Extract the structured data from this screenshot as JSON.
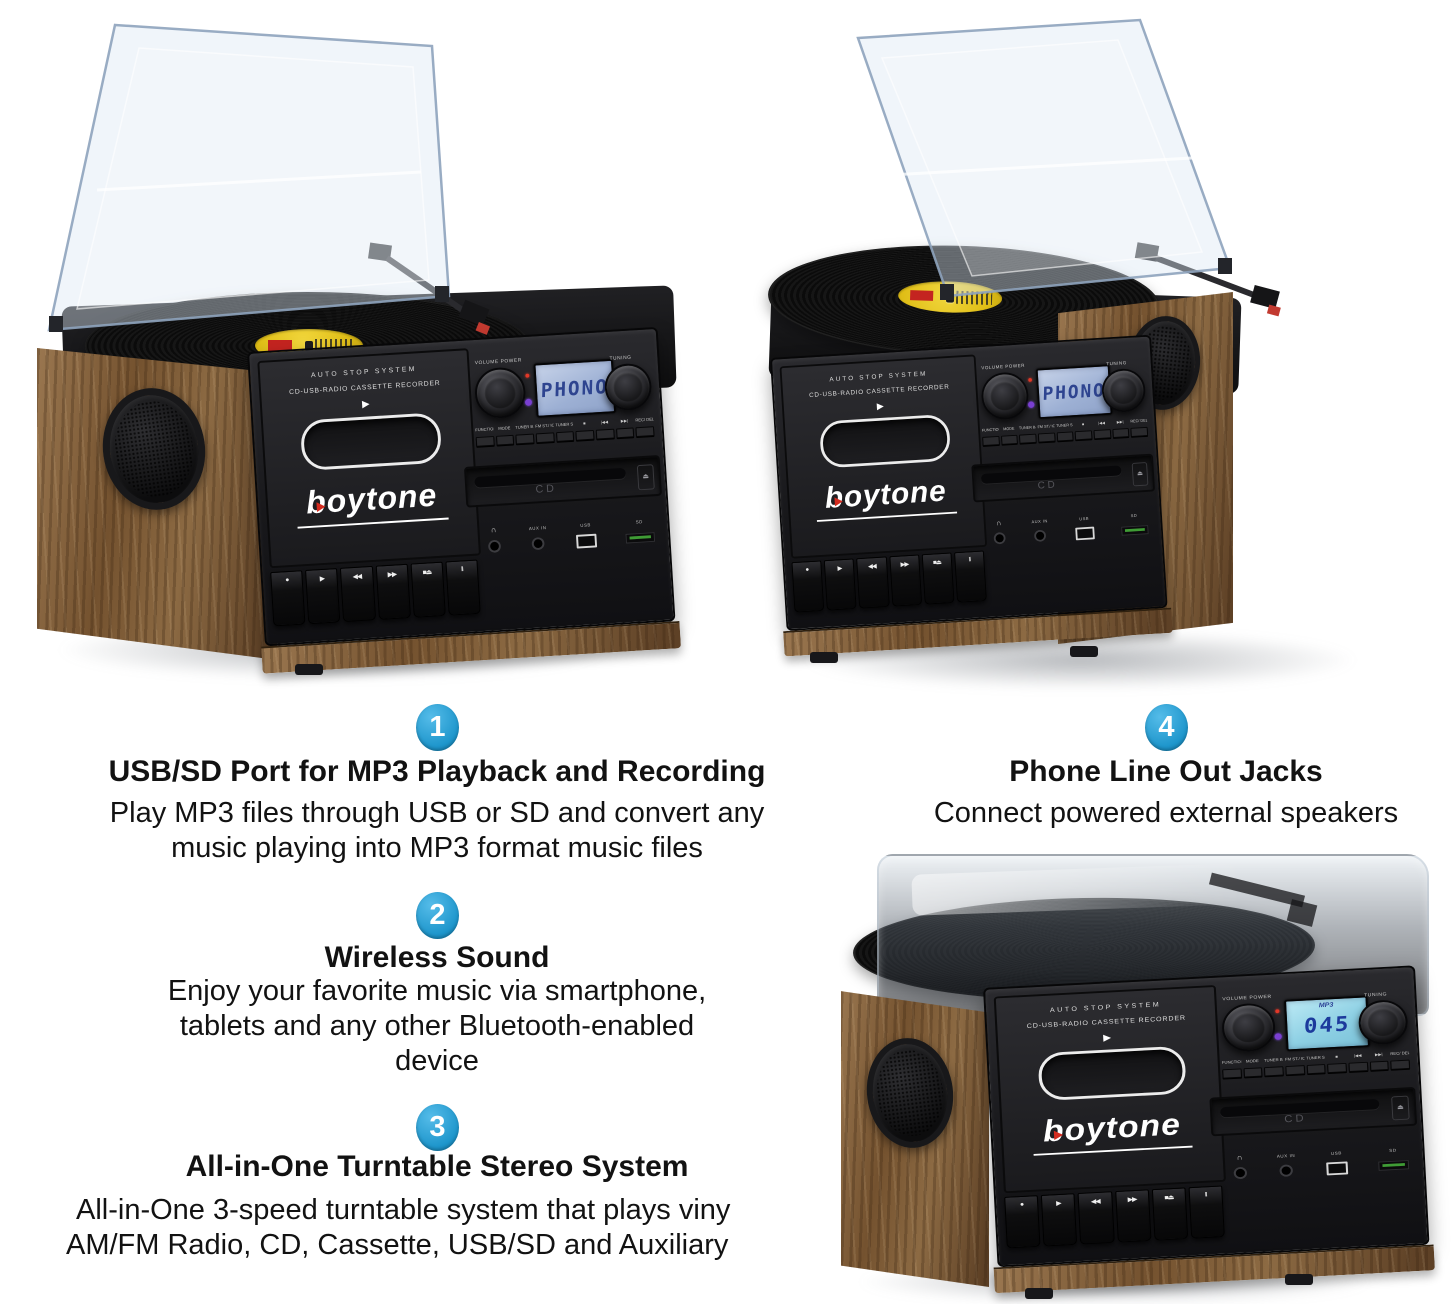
{
  "features": [
    {
      "number": "1",
      "title": "USB/SD Port for MP3 Playback and Recording",
      "lines": [
        "Play MP3 files through USB or SD and convert any",
        "music playing into MP3 format music files"
      ]
    },
    {
      "number": "2",
      "title": "Wireless Sound",
      "lines": [
        "Enjoy your favorite music via smartphone,",
        "tablets and any other Bluetooth-enabled",
        "device"
      ]
    },
    {
      "number": "3",
      "title": "All-in-One Turntable Stereo System",
      "lines": [
        "All-in-One 3-speed turntable system that plays viny",
        "AM/FM Radio, CD, Cassette, USB/SD and Auxiliary"
      ]
    },
    {
      "number": "4",
      "title": "Phone Line Out Jacks",
      "lines": [
        "Connect powered external speakers"
      ]
    }
  ],
  "panel": {
    "auto_stop": "AUTO STOP SYSTEM",
    "recorder_line": "CD-USB-RADIO CASSETTE RECORDER",
    "brand": "boytone",
    "volume_label": "VOLUME POWER",
    "tuning_label": "TUNING",
    "buttons": [
      "FUNCTION",
      "MODE",
      "TUNER BAND",
      "FM ST./ ICO",
      "TUNER SCAN ▶II",
      "■",
      "|◀◀",
      "▶▶|",
      "REC/ DEL"
    ],
    "transport": [
      "●",
      "▶",
      "◀◀",
      "▶▶",
      "■⏏",
      "II"
    ],
    "cd_label": "CD",
    "aux_label": "AUX IN",
    "usb_label": "USB",
    "sd_label": "SD",
    "play_icon": "▶",
    "eject_icon": "⏏",
    "headphone_icon": "∩"
  },
  "units": [
    {
      "lcd_main": "PHONO",
      "lcd_top": "",
      "lcd_style": "blue"
    },
    {
      "lcd_main": "PHONO",
      "lcd_top": "",
      "lcd_style": "blue"
    },
    {
      "lcd_main": "045",
      "lcd_top": "MP3",
      "lcd_style": "cyan"
    }
  ],
  "colors": {
    "badge_blue": "#2ba2d8",
    "wood": "#8a6a45",
    "panel_black": "#1b1b1e",
    "lcd_blue_bg": "#aebcd8",
    "lcd_cyan_bg": "#8ed0e4",
    "record_label_yellow": "#e4c41f"
  }
}
